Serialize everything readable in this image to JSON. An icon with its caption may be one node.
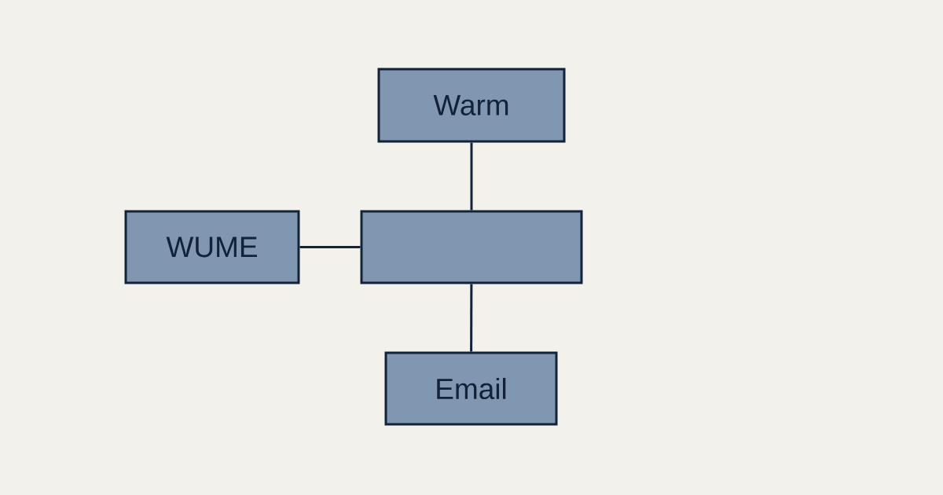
{
  "diagram": {
    "nodes": [
      {
        "text": [
          "Warm"
        ]
      },
      {
        "text": [
          "WUME"
        ]
      },
      {
        "text": [],
        "shape": "box"
      },
      {
        "text": [
          "Email"
        ]
      }
    ],
    "edges": [
      {
        "from": 0,
        "to": 2,
        "arrow": "none"
      },
      {
        "from": 1,
        "to": 2,
        "arrow": "none"
      },
      {
        "from": 2,
        "to": 3,
        "arrow": "none"
      }
    ]
  }
}
